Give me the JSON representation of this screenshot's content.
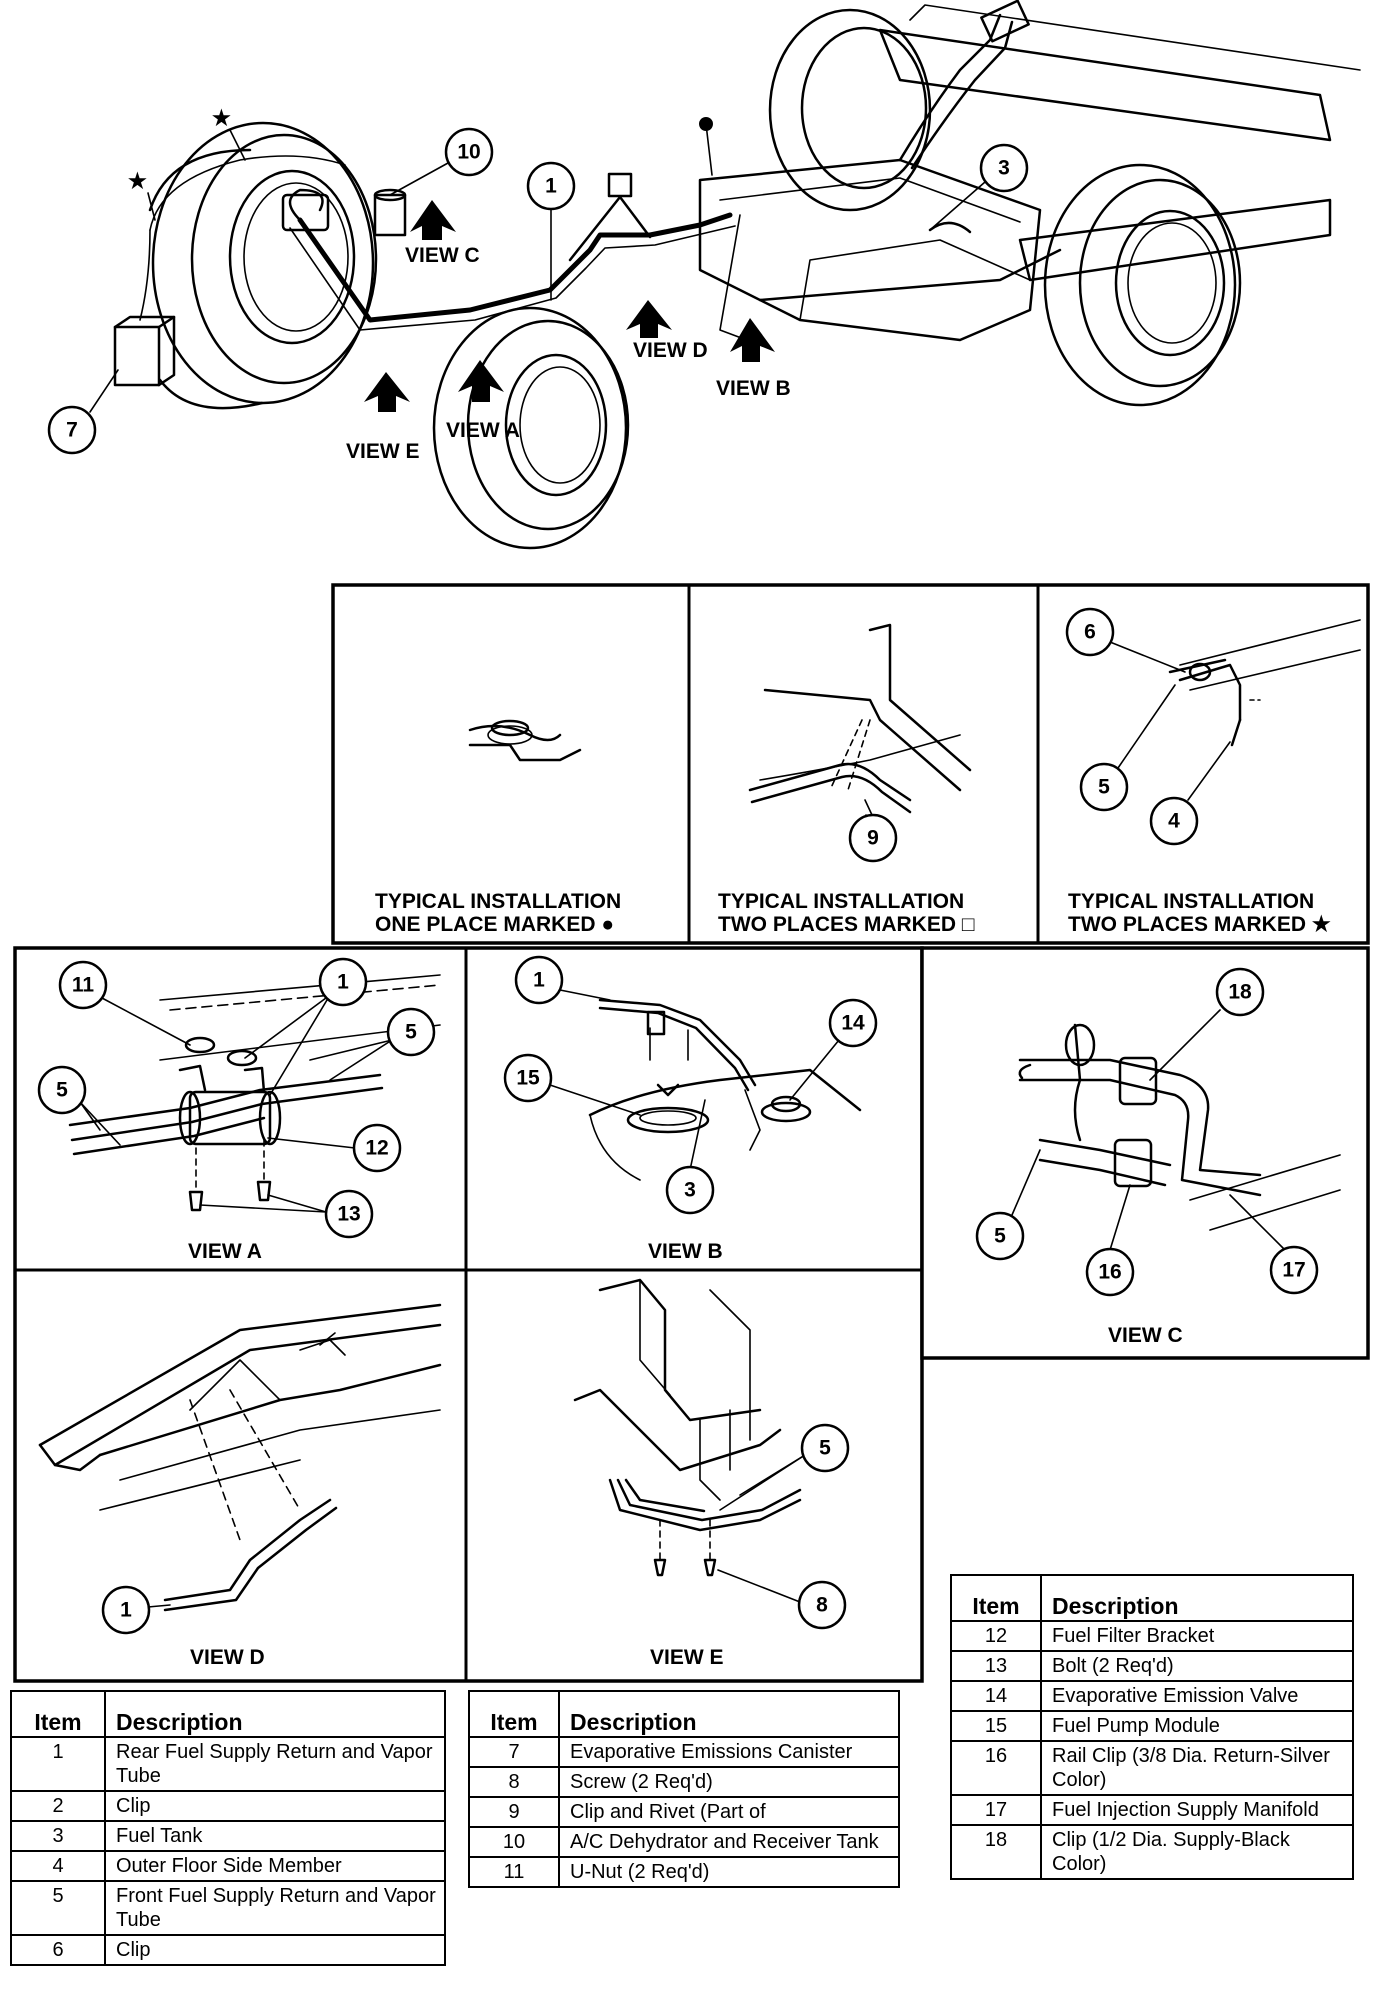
{
  "overview": {
    "view_labels": [
      "VIEW C",
      "VIEW D",
      "VIEW B",
      "VIEW A",
      "VIEW E"
    ],
    "callouts": [
      "10",
      "1",
      "3",
      "7"
    ],
    "markers": {
      "star": "★",
      "dot": "●",
      "square": "□"
    }
  },
  "typical_boxes": [
    {
      "line1": "TYPICAL INSTALLATION",
      "line2": "ONE PLACE MARKED ●"
    },
    {
      "line1": "TYPICAL INSTALLATION",
      "line2": "TWO PLACES MARKED □",
      "callouts": [
        "9"
      ]
    },
    {
      "line1": "TYPICAL INSTALLATION",
      "line2": "TWO PLACES MARKED ★",
      "callouts": [
        "6",
        "5",
        "4"
      ]
    }
  ],
  "views": {
    "a": {
      "label": "VIEW A",
      "callouts": [
        "11",
        "1",
        "5",
        "5",
        "12",
        "13"
      ]
    },
    "b": {
      "label": "VIEW B",
      "callouts": [
        "1",
        "14",
        "15",
        "3"
      ]
    },
    "c": {
      "label": "VIEW C",
      "callouts": [
        "18",
        "5",
        "16",
        "17"
      ]
    },
    "d": {
      "label": "VIEW D",
      "callouts": [
        "1"
      ]
    },
    "e": {
      "label": "VIEW E",
      "callouts": [
        "5",
        "8"
      ]
    }
  },
  "legend": {
    "header_item": "Item",
    "header_desc": "Description",
    "table1": [
      {
        "item": "1",
        "desc": "Rear Fuel Supply Return and Vapor Tube"
      },
      {
        "item": "2",
        "desc": "Clip"
      },
      {
        "item": "3",
        "desc": "Fuel Tank"
      },
      {
        "item": "4",
        "desc": "Outer Floor Side Member"
      },
      {
        "item": "5",
        "desc": "Front Fuel Supply Return and Vapor Tube"
      },
      {
        "item": "6",
        "desc": "Clip"
      }
    ],
    "table2": [
      {
        "item": "7",
        "desc": "Evaporative Emissions Canister"
      },
      {
        "item": "8",
        "desc": "Screw (2 Req'd)"
      },
      {
        "item": "9",
        "desc": "Clip and Rivet (Part of"
      },
      {
        "item": "10",
        "desc": "A/C Dehydrator and Receiver Tank"
      },
      {
        "item": "11",
        "desc": "U-Nut (2 Req'd)"
      }
    ],
    "table3": [
      {
        "item": "12",
        "desc": "Fuel Filter Bracket"
      },
      {
        "item": "13",
        "desc": "Bolt (2 Req'd)"
      },
      {
        "item": "14",
        "desc": "Evaporative Emission Valve"
      },
      {
        "item": "15",
        "desc": "Fuel Pump Module"
      },
      {
        "item": "16",
        "desc": "Rail Clip (3/8 Dia. Return-Silver Color)"
      },
      {
        "item": "17",
        "desc": "Fuel Injection Supply Manifold"
      },
      {
        "item": "18",
        "desc": "Clip (1/2 Dia. Supply-Black Color)"
      }
    ]
  }
}
